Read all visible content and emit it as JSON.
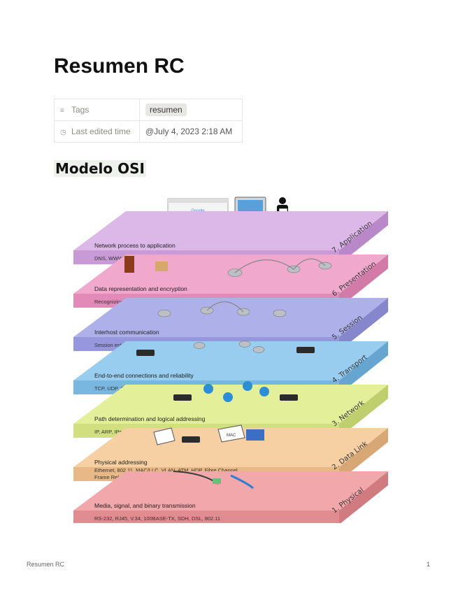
{
  "doc": {
    "title": "Resumen RC"
  },
  "properties": [
    {
      "icon": "list-icon",
      "glyph": "≡",
      "key": "Tags",
      "value": "resumen",
      "chip": true
    },
    {
      "icon": "clock-icon",
      "glyph": "◷",
      "key": "Last edited time",
      "value": "@July 4, 2023 2:18 AM",
      "chip": false
    }
  ],
  "section": {
    "heading": "Modelo OSI"
  },
  "osi_layers": [
    {
      "name": "7. Application",
      "title": "Network process to application",
      "protocols": "DNS, WWW/HTTP, P2P, EMAIL/POP, SMTP, Telnet, FTP",
      "top_color": "#dcb8e8",
      "front_color": "#c89bd6",
      "side_color": "#b888c8"
    },
    {
      "name": "6. Presentation",
      "title": "Data representation and encryption",
      "protocols": "Recognizing data: HTML, DOC, JPEG, MP3, AVI, Sockets",
      "top_color": "#f0a8cc",
      "front_color": "#e28ab8",
      "side_color": "#d27aa8"
    },
    {
      "name": "5. Session",
      "title": "Interhost communication",
      "protocols": "Session establishment in TCP, SIP, RTP, RPC-Named pipes",
      "top_color": "#aeb0ea",
      "front_color": "#9697dc",
      "side_color": "#8586cc"
    },
    {
      "name": "4. Transport",
      "title": "End-to-end connections and reliability",
      "protocols": "TCP, UDP, SCTP, SSL, TLS",
      "top_color": "#98cdef",
      "front_color": "#79b7e0",
      "side_color": "#66a5d0"
    },
    {
      "name": "3. Network",
      "title": "Path determination and logical addressing",
      "protocols": "IP, ARP, IPsec, ICMP, IGMP, OSPF",
      "top_color": "#e4ef9a",
      "front_color": "#d2df7e",
      "side_color": "#c0cf6e"
    },
    {
      "name": "2. Data Link",
      "title": "Physical addressing",
      "protocols": "Ethernet, 802.11, MAC/LLC, VLAN, ATM, HDP, Fibre Channel,",
      "protocols2": "Frame Relay, HDLC, PPP, Q.921, Token Ring",
      "top_color": "#f6cfa2",
      "front_color": "#e8b886",
      "side_color": "#d8a776"
    },
    {
      "name": "1. Physical",
      "title": "Media, signal, and binary transmission",
      "protocols": "RS-232, RJ45, V.34, 100BASE-TX, SDH, DSL, 802.11",
      "top_color": "#f2a7aa",
      "front_color": "#e08c90",
      "side_color": "#cf7b80"
    }
  ],
  "illustration": {
    "search_logo": "Google",
    "mac_tag": "MAC"
  },
  "footer": {
    "left": "Resumen RC",
    "right": "1"
  }
}
